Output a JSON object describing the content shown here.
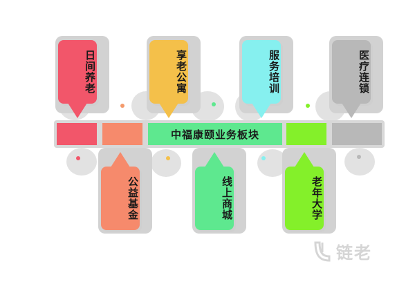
{
  "center_label": "中福康颐业务板块",
  "top_boxes": [
    {
      "label": "日间养老",
      "color": "#f2566a"
    },
    {
      "label": "享老公寓",
      "color": "#f4c04a"
    },
    {
      "label": "服务培训",
      "color": "#86f0ef"
    },
    {
      "label": "医疗连锁",
      "color": "#b8b8b8"
    }
  ],
  "bottom_boxes": [
    {
      "label": "公益基金",
      "color": "#f68a6c"
    },
    {
      "label": "线上商城",
      "color": "#5ee88f"
    },
    {
      "label": "老年大学",
      "color": "#84f02a"
    }
  ],
  "bar_colors": [
    "#f2566a",
    "#f68a6c",
    "#5ee88f",
    "#84f02a",
    "#b8b8b8"
  ],
  "watermark": {
    "text": "链老",
    "icon": "leaf-logo-icon"
  }
}
